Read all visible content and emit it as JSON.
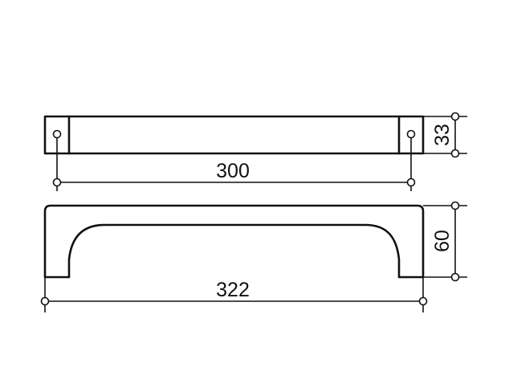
{
  "drawing": {
    "dimensions": {
      "hole_spacing": "300",
      "bar_height": "33",
      "handle_height": "60",
      "overall_length": "322"
    }
  }
}
